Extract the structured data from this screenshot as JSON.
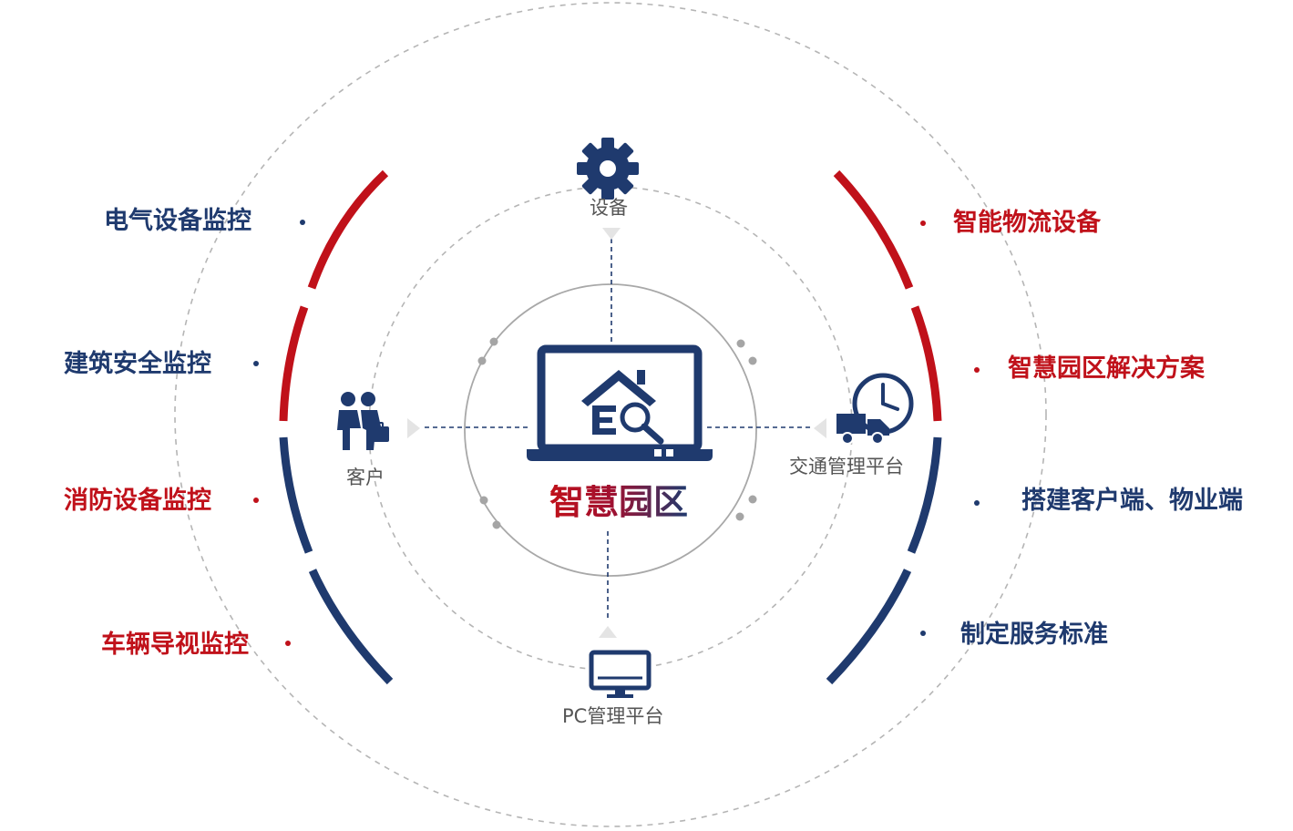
{
  "center": {
    "title": "智慧园区"
  },
  "nodes": {
    "top": "设备",
    "left": "客户",
    "right": "交通管理平台",
    "bottom": "PC管理平台"
  },
  "left_items": [
    {
      "label": "电气设备监控",
      "color": "navy"
    },
    {
      "label": "建筑安全监控",
      "color": "navy"
    },
    {
      "label": "消防设备监控",
      "color": "red"
    },
    {
      "label": "车辆导视监控",
      "color": "red"
    }
  ],
  "right_items": [
    {
      "label": "智能物流设备",
      "color": "red"
    },
    {
      "label": "智慧园区解决方案",
      "color": "red"
    },
    {
      "label": "搭建客户端、物业端",
      "color": "navy"
    },
    {
      "label": "制定服务标准",
      "color": "navy"
    }
  ],
  "colors": {
    "navy": "#1f3a6e",
    "red": "#c0111a",
    "gray": "#9a9a9a"
  },
  "icons": {
    "top": "gear-icon",
    "left": "handshake-icon",
    "right": "delivery-truck-clock-icon",
    "bottom": "monitor-icon",
    "center": "laptop-smart-home-icon"
  }
}
